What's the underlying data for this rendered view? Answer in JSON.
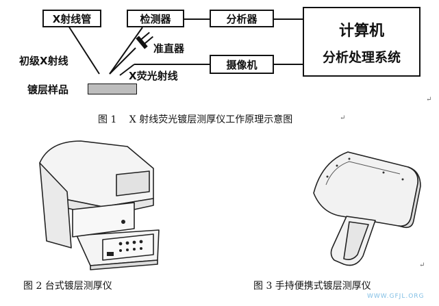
{
  "fig1": {
    "boxes": {
      "xray_tube": "X射线管",
      "detector": "检测器",
      "analyzer": "分析器",
      "computer_line1": "计算机",
      "computer_line2": "分析处理系统",
      "camera": "摄像机"
    },
    "labels": {
      "primary_xray": "初级X射线",
      "collimator": "准直器",
      "fluorescence": "X荧光射线",
      "sample": "镀层样品"
    },
    "caption": "图 1　 X 射线荧光镀层测厚仪工作原理示意图"
  },
  "fig2": {
    "caption": "图 2  台式镀层测厚仪"
  },
  "fig3": {
    "caption": "图 3  手持便携式镀层测厚仪"
  },
  "watermark": {
    "text": "WWW.GFJL.ORG"
  },
  "return_mark": "↵",
  "colors": {
    "ink": "#111111",
    "panel": "#f0f0f0",
    "watermark": "#6ab3e0"
  }
}
